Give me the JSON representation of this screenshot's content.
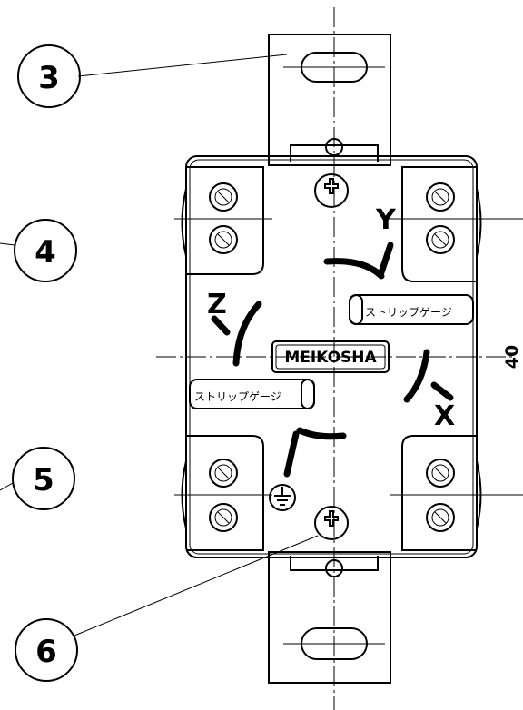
{
  "callouts": [
    {
      "label": "3"
    },
    {
      "label": "4"
    },
    {
      "label": "5"
    },
    {
      "label": "6"
    }
  ],
  "terminal_tags": {
    "y": "Y",
    "z": "Z",
    "x": "X"
  },
  "logo": "MEIKOSHA",
  "strip_gauge": {
    "upper": "ストリップゲージ",
    "lower": "ストリップゲージ"
  },
  "dimension": "40"
}
